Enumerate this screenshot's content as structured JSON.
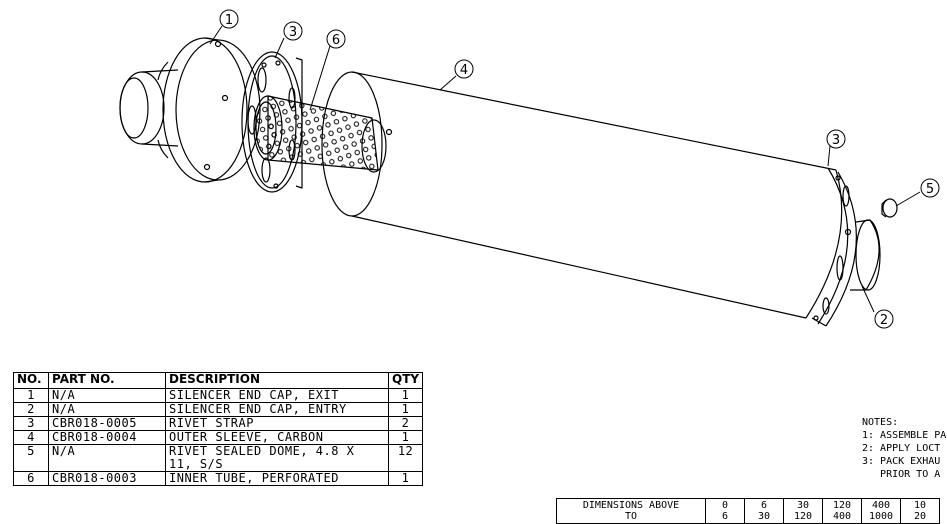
{
  "balloons": [
    "1",
    "3",
    "6",
    "4",
    "3",
    "5",
    "2"
  ],
  "bom": {
    "headers": [
      "NO.",
      "PART NO.",
      "DESCRIPTION",
      "QTY"
    ],
    "rows": [
      {
        "no": "1",
        "part": "N/A",
        "desc": "SILENCER END CAP, EXIT",
        "qty": "1"
      },
      {
        "no": "2",
        "part": "N/A",
        "desc": "SILENCER END CAP, ENTRY",
        "qty": "1"
      },
      {
        "no": "3",
        "part": "CBR018-0005",
        "desc": "RIVET STRAP",
        "qty": "2"
      },
      {
        "no": "4",
        "part": "CBR018-0004",
        "desc": "OUTER SLEEVE, CARBON",
        "qty": "1"
      },
      {
        "no": "5",
        "part": "N/A",
        "desc": "RIVET SEALED DOME, 4.8 X 11, S/S",
        "qty": "12"
      },
      {
        "no": "6",
        "part": "CBR018-0003",
        "desc": "INNER TUBE, PERFORATED",
        "qty": "1"
      }
    ]
  },
  "notes": {
    "title": "NOTES:",
    "lines": [
      "1: ASSEMBLE PA",
      "2: APPLY LOCT",
      "3: PACK EXHAU",
      "   PRIOR TO A"
    ]
  },
  "dimensions": {
    "label": "DIMENSIONS ABOVE",
    "label2": "TO",
    "values": [
      "0",
      "6",
      "30",
      "120",
      "400",
      "10"
    ],
    "values2": [
      "6",
      "30",
      "120",
      "400",
      "1000",
      "20"
    ]
  }
}
